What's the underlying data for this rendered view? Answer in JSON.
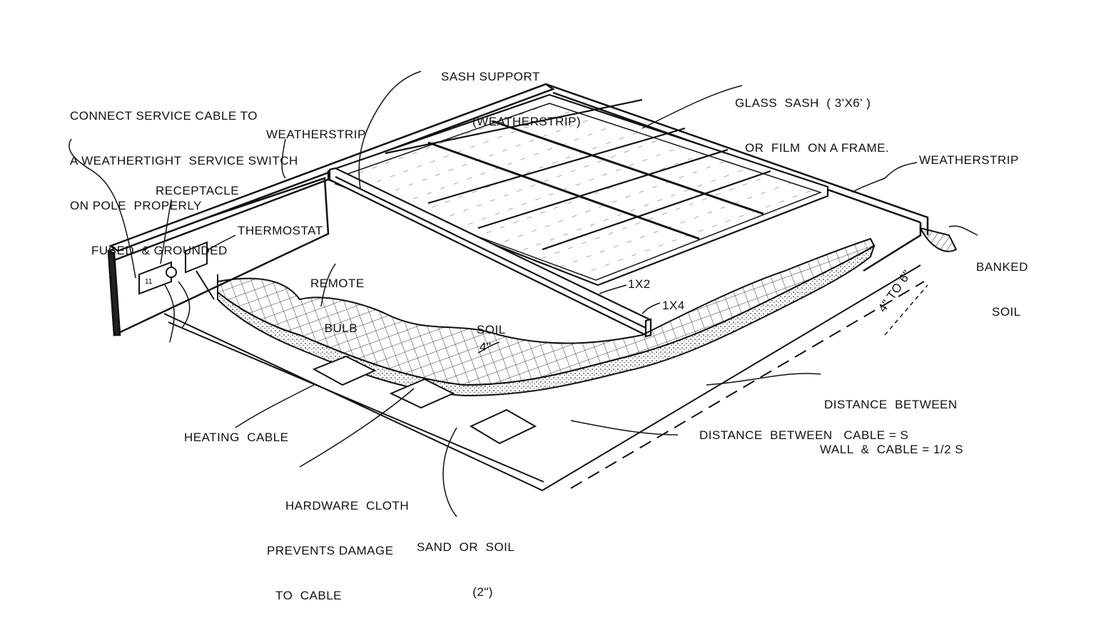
{
  "labels": {
    "connect": [
      "CONNECT SERVICE CABLE TO",
      "A WEATHERTIGHT  SERVICE SWITCH",
      "ON POLE  PROPERLY",
      "FUSED  & GROUNDED"
    ],
    "weatherstrip_left": "WEATHERSTRIP",
    "sash_support": [
      "SASH SUPPORT",
      "(WEATHERSTRIP)"
    ],
    "glass_sash": [
      "GLASS  SASH  ( 3'X6' )",
      "OR  FILM  ON A FRAME."
    ],
    "weatherstrip_right": "WEATHERSTRIP",
    "receptacle": "RECEPTACLE",
    "thermostat": "THERMOSTAT",
    "remote_bulb": [
      "REMOTE",
      "BULB"
    ],
    "banked_soil": [
      "BANKED",
      "SOIL"
    ],
    "one_by_two": "1X2",
    "one_by_four": "1X4",
    "soil": "SOIL",
    "four_inch": "4\"",
    "depth": "4\" TO 6\"",
    "wall_distance": [
      "DISTANCE  BETWEEN",
      "WALL  &  CABLE = 1/2 S"
    ],
    "cable_distance": "DISTANCE  BETWEEN   CABLE = S",
    "heating_cable": "HEATING  CABLE",
    "hardware_cloth": [
      "HARDWARE  CLOTH",
      "PREVENTS DAMAGE",
      "TO  CABLE"
    ],
    "sand_or_soil": [
      "SAND  OR  SOIL",
      "(2\")"
    ],
    "receptacle_mark": "11"
  },
  "colors": {
    "ink": "#111111",
    "paper": "#ffffff",
    "hatch": "#444444"
  }
}
